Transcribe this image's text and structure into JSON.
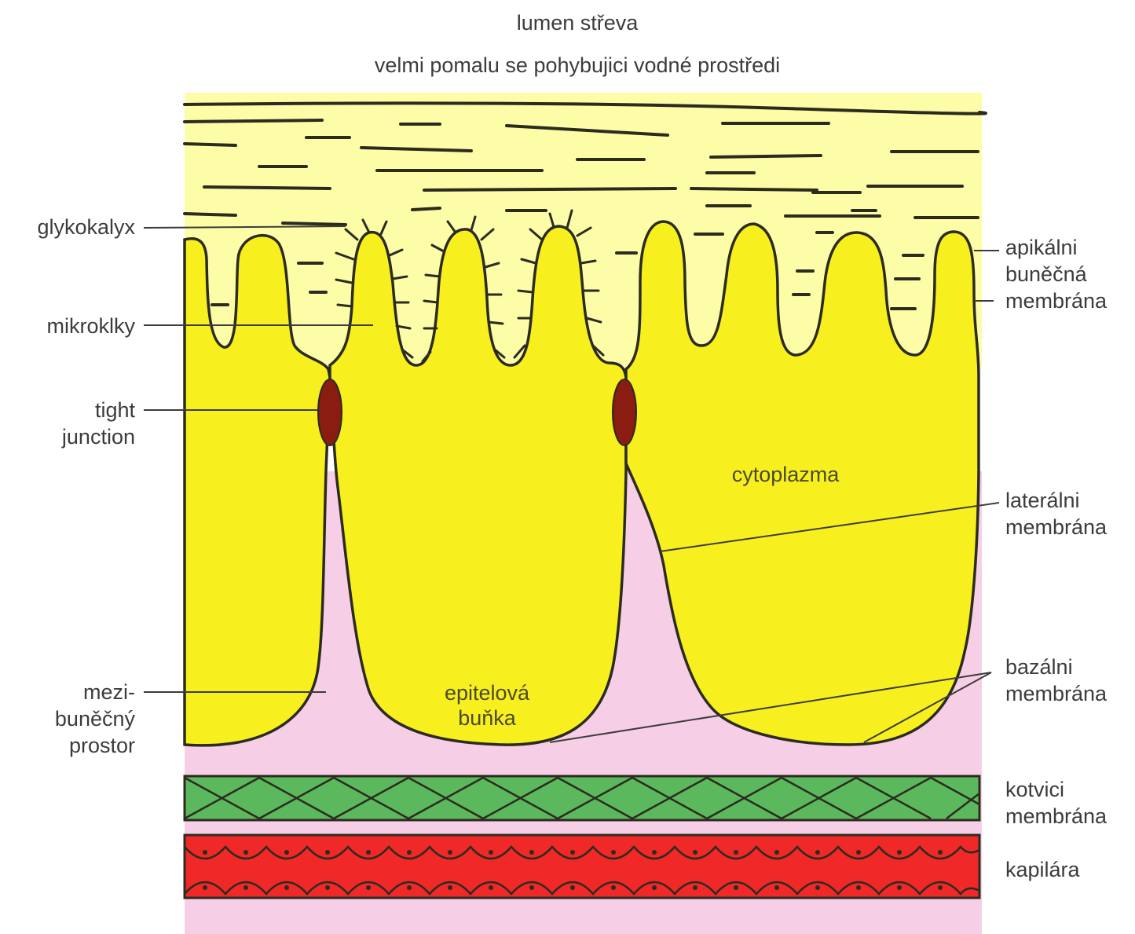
{
  "header": {
    "title": "lumen střeva",
    "subtitle": "velmi pomalu se pohybujici vodné prostředi"
  },
  "labels_left": {
    "glykokalyx": "glykokalyx",
    "mikroklky": "mikroklky",
    "tight_junction": "tight\njunction",
    "mezibunecny": "mezi-\nbuněčný\nprostor"
  },
  "labels_right": {
    "apikalni": "apikálni\nbuněčná\nmembrána",
    "lateralni": "laterálni\nmembrána",
    "bazalni": "bazálni\nmembrána",
    "kotvici": "kotvici\nmembrána",
    "kapilara": "kapilára"
  },
  "labels_inside": {
    "cytoplazma": "cytoplazma",
    "epitelova_bunka": "epitelová\nbuňka"
  },
  "colors": {
    "lumen": "#fdfda8",
    "cell": "#f8f01e",
    "interstitial": "#f6cfe6",
    "anchoring": "#5cb85c",
    "capillary": "#f02828",
    "tight_junction": "#8a1c12",
    "outline": "#2b2b20"
  }
}
